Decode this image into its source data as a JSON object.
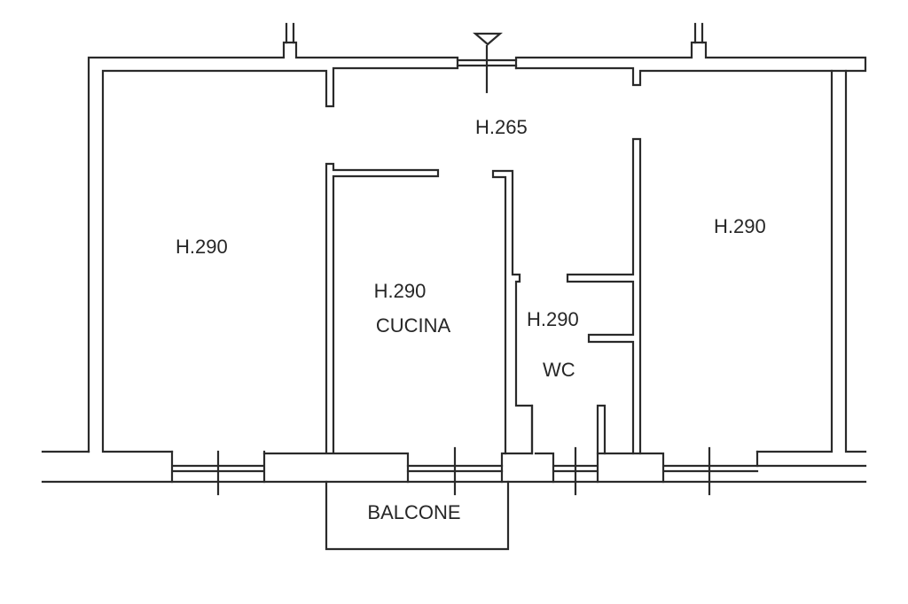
{
  "rooms": {
    "left_room": {
      "height_label": "H.290"
    },
    "kitchen": {
      "height_label": "H.290",
      "name": "CUCINA"
    },
    "hallway": {
      "height_label": "H.265"
    },
    "bathroom": {
      "height_label": "H.290",
      "name": "WC"
    },
    "right_room": {
      "height_label": "H.290"
    },
    "balcony": {
      "name": "BALCONE"
    }
  },
  "colors": {
    "wall": "#2a2a2a",
    "background": "#ffffff",
    "text": "#262626"
  }
}
